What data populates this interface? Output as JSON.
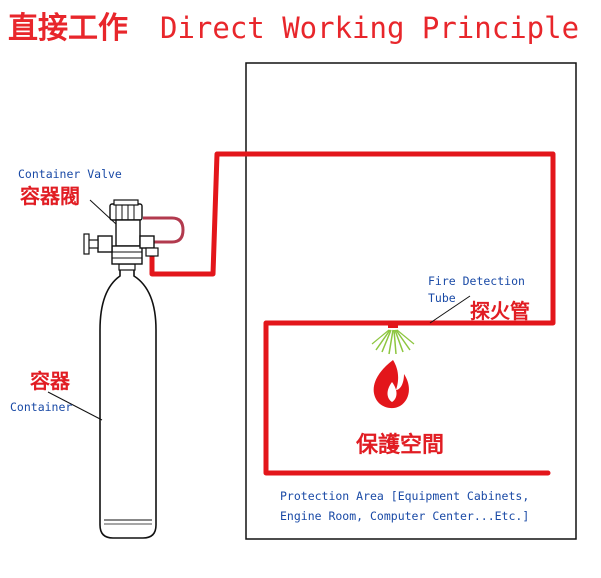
{
  "title": {
    "chinese": "直接工作",
    "english": "Direct Working Principle"
  },
  "labels": {
    "container_valve_en": "Container Valve",
    "container_valve_zh": "容器閥",
    "container_zh": "容器",
    "container_en": "Container",
    "fire_detection_line1": "Fire Detection",
    "fire_detection_line2": "Tube",
    "fire_detection_zh": "探火管",
    "protected_space_zh": "保護空間",
    "protection_area_line1": "Protection Area [Equipment Cabinets,",
    "protection_area_line2": "Engine Room, Computer Center...Etc.]"
  },
  "colors": {
    "title_red": "#e8262b",
    "label_red": "#e11d23",
    "label_blue": "#1a4aa6",
    "tube_red": "#e3161b",
    "outline": "#111111",
    "spray_green": "#8dc63f",
    "valve_hose": "#b23a4e"
  },
  "icons": [
    "cylinder-icon",
    "valve-icon",
    "flame-icon",
    "spray-nozzle-icon"
  ]
}
